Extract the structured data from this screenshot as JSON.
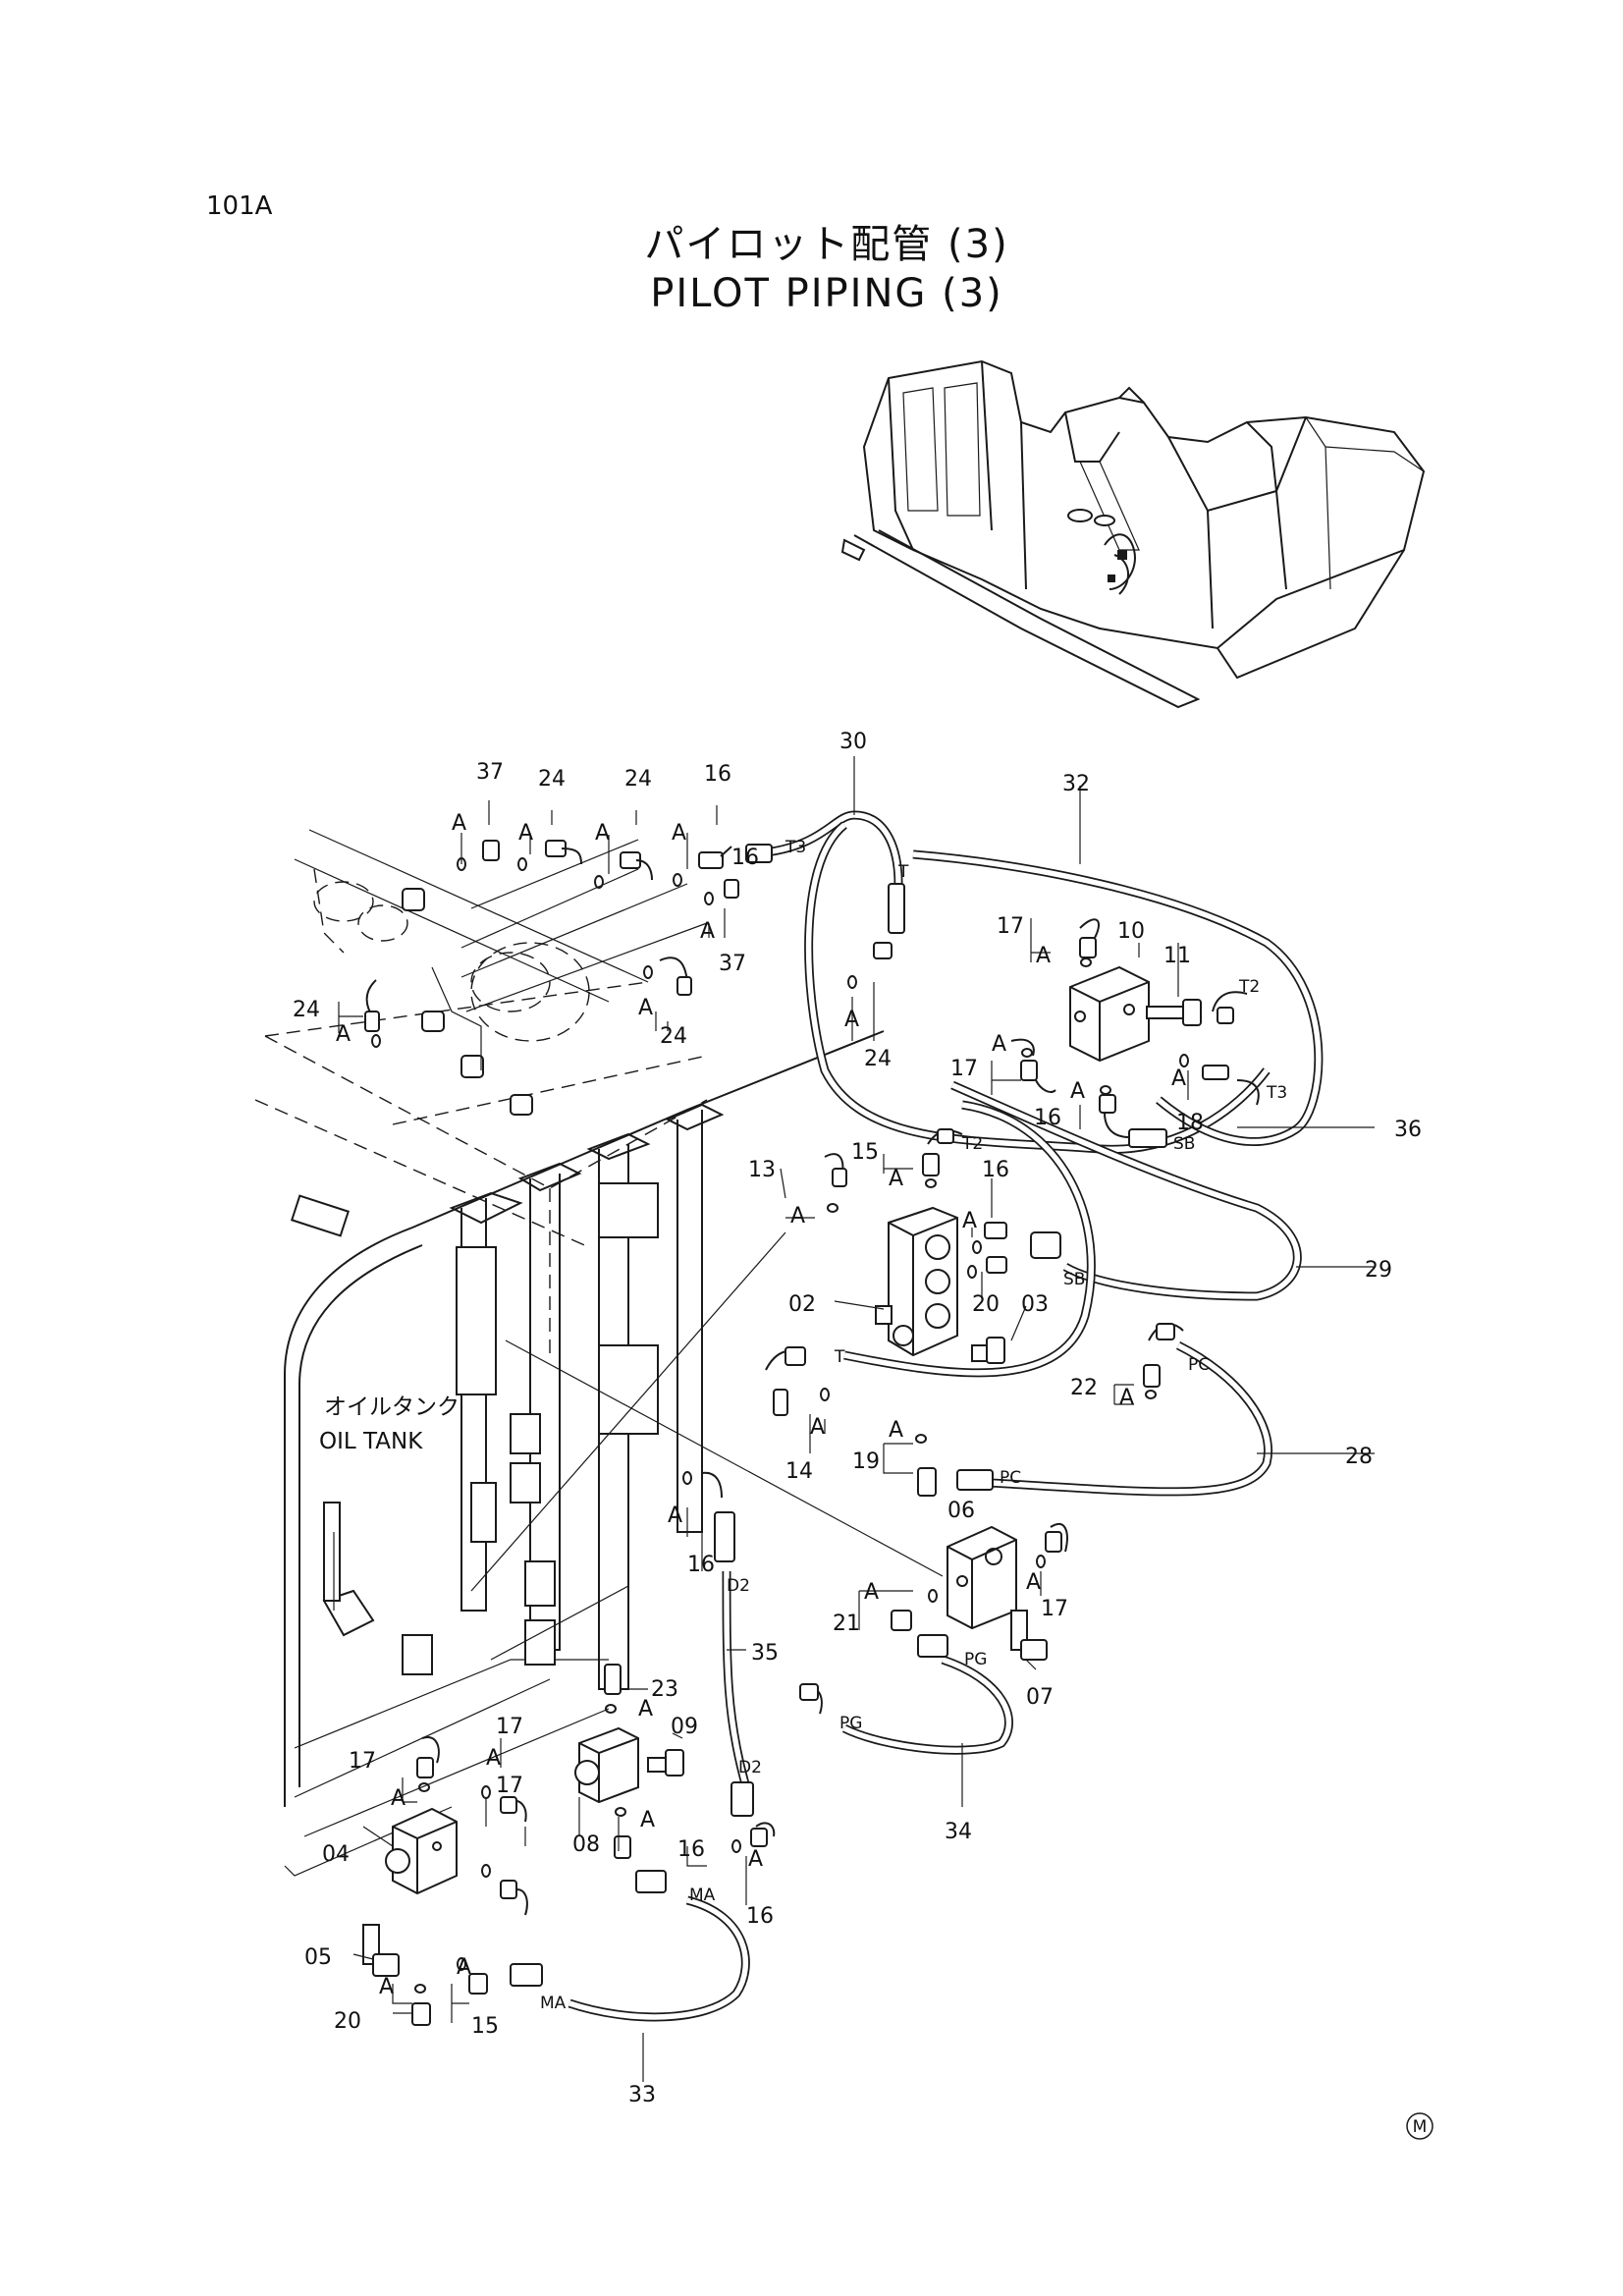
{
  "header": {
    "page_code": "101A",
    "title_ja": "パイロット配管 (3)",
    "title_en": "PILOT PIPING (3)"
  },
  "tank_label": {
    "ja": "オイルタンク",
    "en": "OIL TANK"
  },
  "callouts": [
    "37",
    "24",
    "24",
    "16",
    "30",
    "32",
    "17",
    "10",
    "11",
    "37",
    "24",
    "24",
    "17",
    "16",
    "18",
    "36",
    "13",
    "15",
    "16",
    "02",
    "20",
    "03",
    "29",
    "22",
    "28",
    "19",
    "14",
    "06",
    "16",
    "21",
    "17",
    "07",
    "35",
    "23",
    "09",
    "34",
    "17",
    "17",
    "04",
    "08",
    "16",
    "16",
    "05",
    "20",
    "15",
    "33"
  ],
  "ports": [
    "T3",
    "T",
    "T2",
    "T3",
    "T2",
    "SB",
    "SB",
    "T",
    "PC",
    "PC",
    "D2",
    "D2",
    "PG",
    "PG",
    "MA",
    "MA"
  ],
  "mark": "A",
  "footer_mark": "M"
}
